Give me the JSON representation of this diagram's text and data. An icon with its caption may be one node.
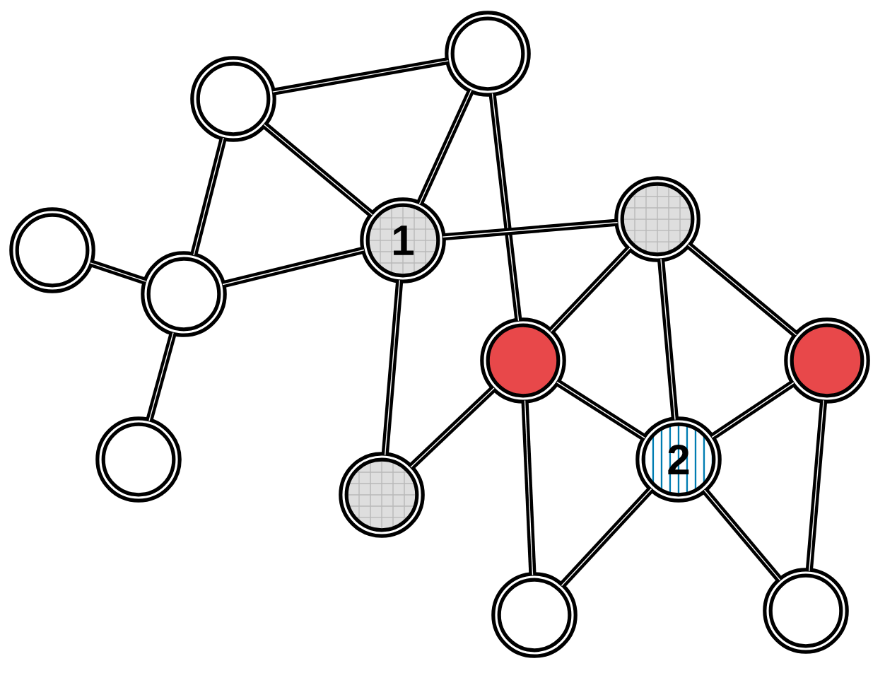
{
  "diagram": {
    "nodes": [
      {
        "text": [],
        "shape": "circle"
      },
      {
        "text": [],
        "shape": "circle"
      },
      {
        "text": [],
        "shape": "circle"
      },
      {
        "text": [],
        "shape": "circle"
      },
      {
        "text": [
          "1"
        ]
      },
      {
        "text": [],
        "shape": "circle"
      },
      {
        "text": [],
        "shape": "circle"
      },
      {
        "text": [],
        "shape": "circle"
      },
      {
        "text": [],
        "shape": "circle"
      },
      {
        "text": [],
        "shape": "circle"
      },
      {
        "text": [
          "2"
        ]
      },
      {
        "text": [],
        "shape": "circle"
      },
      {
        "text": [],
        "shape": "circle"
      }
    ],
    "edges": [
      {
        "from": 0,
        "to": 1,
        "arrow": "none"
      },
      {
        "from": 0,
        "to": 3,
        "arrow": "none"
      },
      {
        "from": 0,
        "to": 4,
        "arrow": "none"
      },
      {
        "from": 1,
        "to": 4,
        "arrow": "none"
      },
      {
        "from": 1,
        "to": 6,
        "arrow": "none"
      },
      {
        "from": 2,
        "to": 3,
        "arrow": "none"
      },
      {
        "from": 3,
        "to": 4,
        "arrow": "none"
      },
      {
        "from": 3,
        "to": 8,
        "arrow": "none"
      },
      {
        "from": 4,
        "to": 5,
        "arrow": "none"
      },
      {
        "from": 4,
        "to": 9,
        "arrow": "none"
      },
      {
        "from": 5,
        "to": 6,
        "arrow": "none"
      },
      {
        "from": 5,
        "to": 10,
        "arrow": "none"
      },
      {
        "from": 5,
        "to": 7,
        "arrow": "none"
      },
      {
        "from": 6,
        "to": 9,
        "arrow": "none"
      },
      {
        "from": 6,
        "to": 10,
        "arrow": "none"
      },
      {
        "from": 6,
        "to": 11,
        "arrow": "none"
      },
      {
        "from": 10,
        "to": 11,
        "arrow": "none"
      },
      {
        "from": 10,
        "to": 12,
        "arrow": "none"
      },
      {
        "from": 10,
        "to": 7,
        "arrow": "none"
      },
      {
        "from": 7,
        "to": 12,
        "arrow": "none"
      }
    ]
  }
}
